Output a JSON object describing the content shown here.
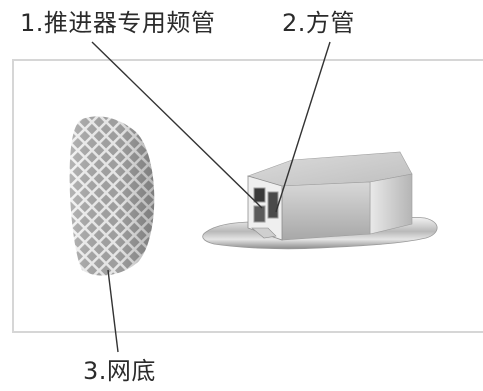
{
  "labels": {
    "tube": "1.推进器专用颊管",
    "square_tube": "2.方管",
    "mesh_base": "3.网底"
  }
}
